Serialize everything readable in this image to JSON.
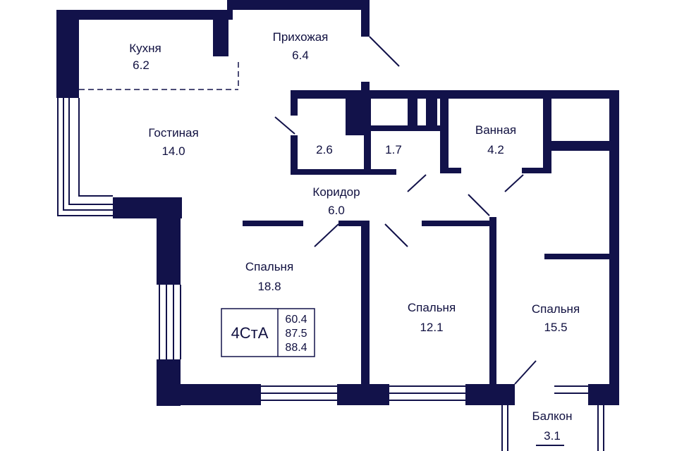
{
  "colors": {
    "wall": "#12124a",
    "text": "#101040",
    "background": "#ffffff"
  },
  "rooms": [
    {
      "id": "kitchen",
      "label": "Кухня",
      "area": "6.2"
    },
    {
      "id": "hallway",
      "label": "Прихожая",
      "area": "6.4"
    },
    {
      "id": "living",
      "label": "Гостиная",
      "area": "14.0"
    },
    {
      "id": "closet",
      "label": "",
      "area": "2.6"
    },
    {
      "id": "wc",
      "label": "",
      "area": "1.7"
    },
    {
      "id": "bathroom",
      "label": "Ванная",
      "area": "4.2"
    },
    {
      "id": "corridor",
      "label": "Коридор",
      "area": "6.0"
    },
    {
      "id": "bedroom1",
      "label": "Спальня",
      "area": "18.8"
    },
    {
      "id": "bedroom2",
      "label": "Спальня",
      "area": "12.1"
    },
    {
      "id": "bedroom3",
      "label": "Спальня",
      "area": "15.5"
    },
    {
      "id": "balcony",
      "label": "Балкон",
      "area": "3.1"
    }
  ],
  "apartment": {
    "code": "4СтА",
    "areas": [
      "60.4",
      "87.5",
      "88.4"
    ]
  }
}
